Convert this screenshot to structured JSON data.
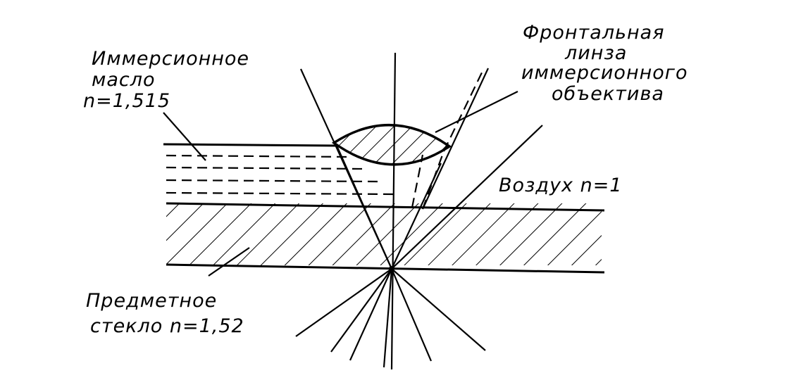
{
  "labels": {
    "oil_line1": "Иммерсионное",
    "oil_line2": "масло",
    "oil_line3": "n=1,515",
    "lens_line1": "Фронтальная",
    "lens_line2": "линза",
    "lens_line3": "иммерсионного",
    "lens_line4": "объектива",
    "air": "Воздух  n=1",
    "slide_line1": "Предметное",
    "slide_line2": "стекло   n=1,52"
  },
  "colors": {
    "ink": "#000000",
    "paper": "#ffffff"
  }
}
